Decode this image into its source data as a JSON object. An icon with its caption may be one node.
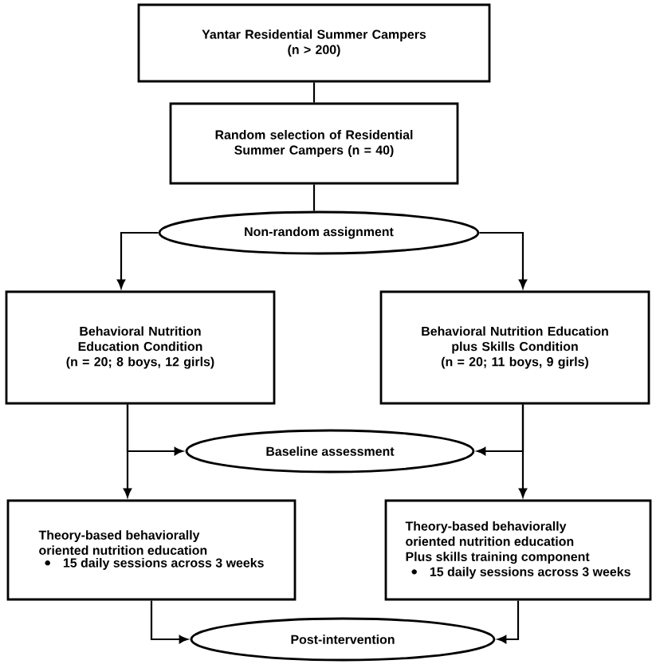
{
  "diagram": {
    "nodes": [
      {
        "text": [
          "Yantar Residential Summer Campers",
          "(n > 200)"
        ]
      },
      {
        "text": [
          "Random selection of Residential Summer Campers (n = 40)"
        ]
      },
      {
        "text": [
          "Non-random assignment"
        ]
      },
      {
        "text": [
          "Behavioral Nutrition Education Condition",
          "(n = 20; 8 boys, 12 girls)"
        ]
      },
      {
        "text": [
          "Behavioral Nutrition Education plus Skills Condition",
          "(n = 20; 11 boys, 9 girls)"
        ]
      },
      {
        "text": [
          "Baseline assessment"
        ]
      },
      {
        "text": [
          "Theory-based behaviorally oriented nutrition education",
          "15 daily sessions across 3 weeks"
        ]
      },
      {
        "text": [
          "Theory-based behaviorally oriented nutrition education Plus skills training component",
          "15 daily sessions across 3 weeks"
        ]
      },
      {
        "text": [
          "Post-intervention"
        ]
      }
    ],
    "edges": [
      {
        "from": 0,
        "to": 1,
        "arrow": "none"
      },
      {
        "from": 1,
        "to": 2,
        "arrow": "none"
      },
      {
        "from": 2,
        "to": 3,
        "arrow": "to"
      },
      {
        "from": 2,
        "to": 4,
        "arrow": "to"
      },
      {
        "from": 3,
        "to": 5,
        "arrow": "to"
      },
      {
        "from": 3,
        "to": 6,
        "arrow": "to"
      },
      {
        "from": 4,
        "to": 5,
        "arrow": "to"
      },
      {
        "from": 4,
        "to": 7,
        "arrow": "to"
      },
      {
        "from": 6,
        "to": 8,
        "arrow": "to"
      },
      {
        "from": 7,
        "to": 8,
        "arrow": "to"
      }
    ]
  }
}
